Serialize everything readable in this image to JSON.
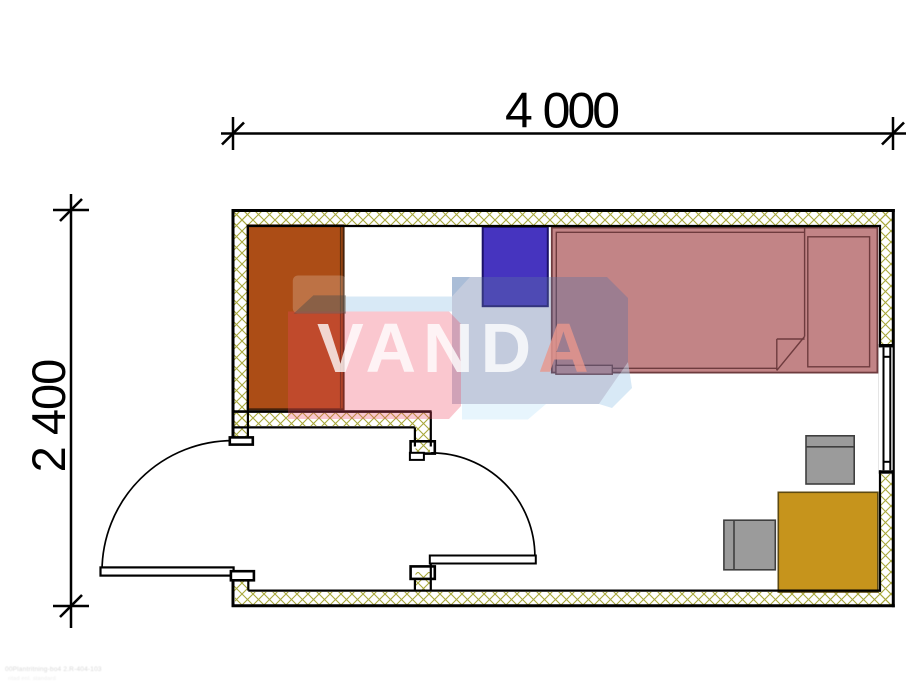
{
  "drawing": {
    "type": "floor-plan",
    "room_width_mm": 4000,
    "room_height_mm": 2400
  },
  "dimensions": {
    "top": {
      "label": "4 000"
    },
    "left": {
      "label": "2 400"
    }
  },
  "watermark": {
    "text": "VANDA",
    "text_main": "VAND",
    "text_accent": "A"
  },
  "footer": {
    "note": "00Plantritning-bo4 2.R-404-103",
    "note2": "ritad enl. standard"
  },
  "furniture": {
    "wardrobe": {
      "name": "wardrobe",
      "color": "#AC4D16"
    },
    "cabinet": {
      "name": "cabinet",
      "color": "#4634BF"
    },
    "bed": {
      "name": "bed",
      "color": "#C28486"
    },
    "table": {
      "name": "table",
      "color": "#C6941C"
    },
    "chair_top": {
      "name": "chair",
      "color": "#9B9B9B"
    },
    "chair_left": {
      "name": "chair",
      "color": "#9B9B9B"
    }
  },
  "colors": {
    "wall_hatch": "#A8A73B",
    "outline": "#000000"
  }
}
